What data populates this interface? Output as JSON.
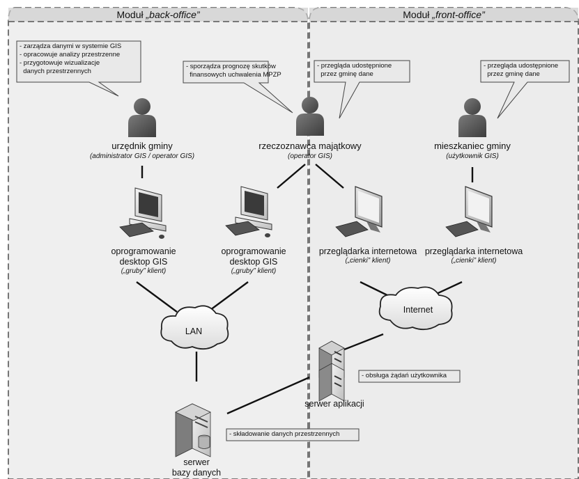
{
  "modules": {
    "back_office": {
      "title_prefix": "Moduł ",
      "title_italic": "„back-office”"
    },
    "front_office": {
      "title_prefix": "Moduł ",
      "title_italic": "„front-office”"
    }
  },
  "callouts": {
    "official": [
      "- zarządza danymi w systemie GIS",
      "- opracowuje analizy przestrzenne",
      "- przygotowuje wizualizacje",
      "  danych przestrzennych"
    ],
    "appraiser": [
      "- sporządza prognozę skutków",
      "  finansowych uchwalenia MPZP"
    ],
    "appraiser_web": [
      "- przegląda udostępnione",
      "  przez gminę dane"
    ],
    "resident": [
      "- przegląda udostępnione",
      "  przez gminę dane"
    ],
    "app_server": [
      "- obsługa żądań użytkownika"
    ],
    "db_server": [
      "- składowanie danych przestrzennych"
    ]
  },
  "users": {
    "official": {
      "name": "urzędnik gminy",
      "role": "(administrator GIS / operator GIS)"
    },
    "appraiser": {
      "name": "rzeczoznawca majątkowy",
      "role": "(operator GIS)"
    },
    "resident": {
      "name": "mieszkaniec gminy",
      "role": "(użytkownik GIS)"
    }
  },
  "clients": {
    "desktop1": {
      "line1": "oprogramowanie",
      "line2": "desktop GIS",
      "role": "(„gruby” klient)"
    },
    "desktop2": {
      "line1": "oprogramowanie",
      "line2": "desktop GIS",
      "role": "(„gruby” klient)"
    },
    "browser1": {
      "line1": "przeglądarka internetowa",
      "role": "(„cienki” klient)"
    },
    "browser2": {
      "line1": "przeglądarka internetowa",
      "role": "(„cienki” klient)"
    }
  },
  "networks": {
    "lan": "LAN",
    "internet": "Internet"
  },
  "servers": {
    "app": {
      "label": "serwer aplikacji"
    },
    "db": {
      "line1": "serwer",
      "line2": "bazy danych"
    }
  },
  "colors": {
    "module_fill": "#efefef",
    "module_stroke": "#555555",
    "callout_fill": "#e9e9e9",
    "person": "#5a5a5a",
    "line": "#111111"
  }
}
